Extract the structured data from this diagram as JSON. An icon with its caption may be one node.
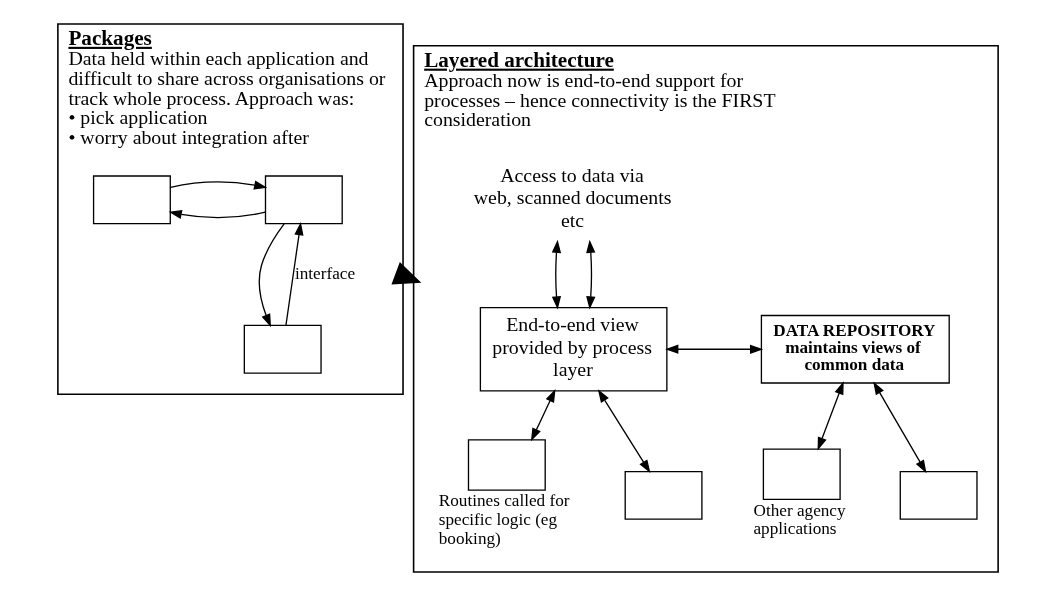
{
  "diagram": {
    "nodes": [
      {
        "text": [
          "Packages",
          "Data held within each application and difficult to share across organisations or track whole process. Approach was:",
          "• pick application",
          "• worry about integration after"
        ]
      },
      {
        "text": [],
        "shape": "box",
        "in": 0
      },
      {
        "text": [],
        "shape": "box",
        "in": 0
      },
      {
        "text": [],
        "shape": "box",
        "in": 0
      },
      {
        "text": [
          "Layered architecture",
          "Approach now is end-to-end support for processes – hence connectivity is the FIRST consideration"
        ]
      },
      {
        "text": [
          "Access to data via web, scanned documents etc"
        ],
        "in": 4
      },
      {
        "text": [
          "End-to-end view provided by process layer"
        ],
        "in": 4
      },
      {
        "text": [
          "DATA REPOSITORY",
          "maintains views of common data"
        ],
        "in": 4
      },
      {
        "text": [],
        "shape": "box",
        "in": 4,
        "beside": [
          "Routines called for specific logic (eg booking)"
        ]
      },
      {
        "text": [],
        "shape": "box",
        "in": 4
      },
      {
        "text": [],
        "shape": "box",
        "in": 4,
        "beside": [
          "Other agency applications"
        ]
      },
      {
        "text": [],
        "shape": "box",
        "in": 4
      }
    ],
    "edges": [
      {
        "from": 0,
        "to": 4,
        "arrow": "to",
        "style": "thick"
      },
      {
        "from": 1,
        "to": 2,
        "arrow": "to"
      },
      {
        "from": 2,
        "to": 1,
        "arrow": "to"
      },
      {
        "from": 1,
        "to": 3,
        "arrow": "to"
      },
      {
        "from": 3,
        "to": 1,
        "arrow": "to",
        "label": "interface"
      },
      {
        "from": 5,
        "to": 6,
        "arrow": "both"
      },
      {
        "from": 5,
        "to": 6,
        "arrow": "both"
      },
      {
        "from": 6,
        "to": 7,
        "arrow": "both"
      },
      {
        "from": 6,
        "to": 8,
        "arrow": "both"
      },
      {
        "from": 6,
        "to": 9,
        "arrow": "both"
      },
      {
        "from": 7,
        "to": 10,
        "arrow": "both"
      },
      {
        "from": 7,
        "to": 11,
        "arrow": "both"
      }
    ]
  }
}
